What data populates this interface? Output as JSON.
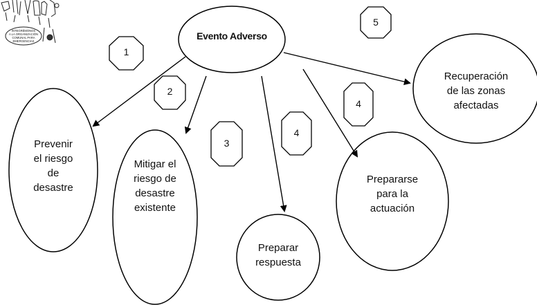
{
  "logo": {
    "text": "INTEGRÉMONOS A LA ORGANIZACIÓN COMUNAL PARA EMERGENCIAS"
  },
  "nodes": {
    "center": "Evento Adverso",
    "prevenir": "Prevenir\nel riesgo\nde\ndesastre",
    "mitigar": "Mitigar el\nriesgo de\ndesastre\nexistente",
    "preparar": "Preparar\nrespuesta",
    "prepararse": "Prepararse\npara la\nactuación",
    "recuperacion": "Recuperación\nde las zonas\nafectadas"
  },
  "steps": {
    "s1": "1",
    "s2": "2",
    "s3": "3",
    "s4a": "4",
    "s4b": "4",
    "s5": "5"
  },
  "colors": {
    "stroke": "#000000",
    "fill": "#ffffff",
    "text": "#111111"
  }
}
